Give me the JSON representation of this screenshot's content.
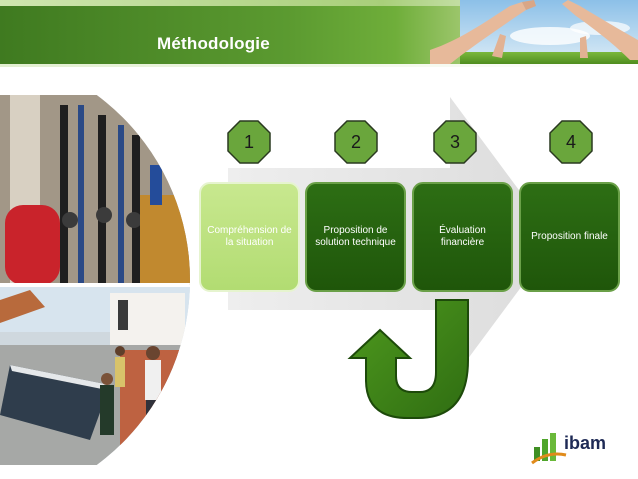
{
  "slide": {
    "title": "Méthodologie"
  },
  "steps": [
    {
      "number": "1",
      "label": "Compréhension de la situation"
    },
    {
      "number": "2",
      "label": "Proposition de solution technique"
    },
    {
      "number": "3",
      "label": "Évaluation financière"
    },
    {
      "number": "4",
      "label": "Proposition finale"
    }
  ],
  "logo": {
    "text": "ibam"
  },
  "colors": {
    "brand_green": "#3f7a20",
    "dark_green": "#1f560a",
    "light_green": "#b2dc72",
    "arrow_gray": "#e3e3e3",
    "octagon_green": "#6aa63c"
  }
}
